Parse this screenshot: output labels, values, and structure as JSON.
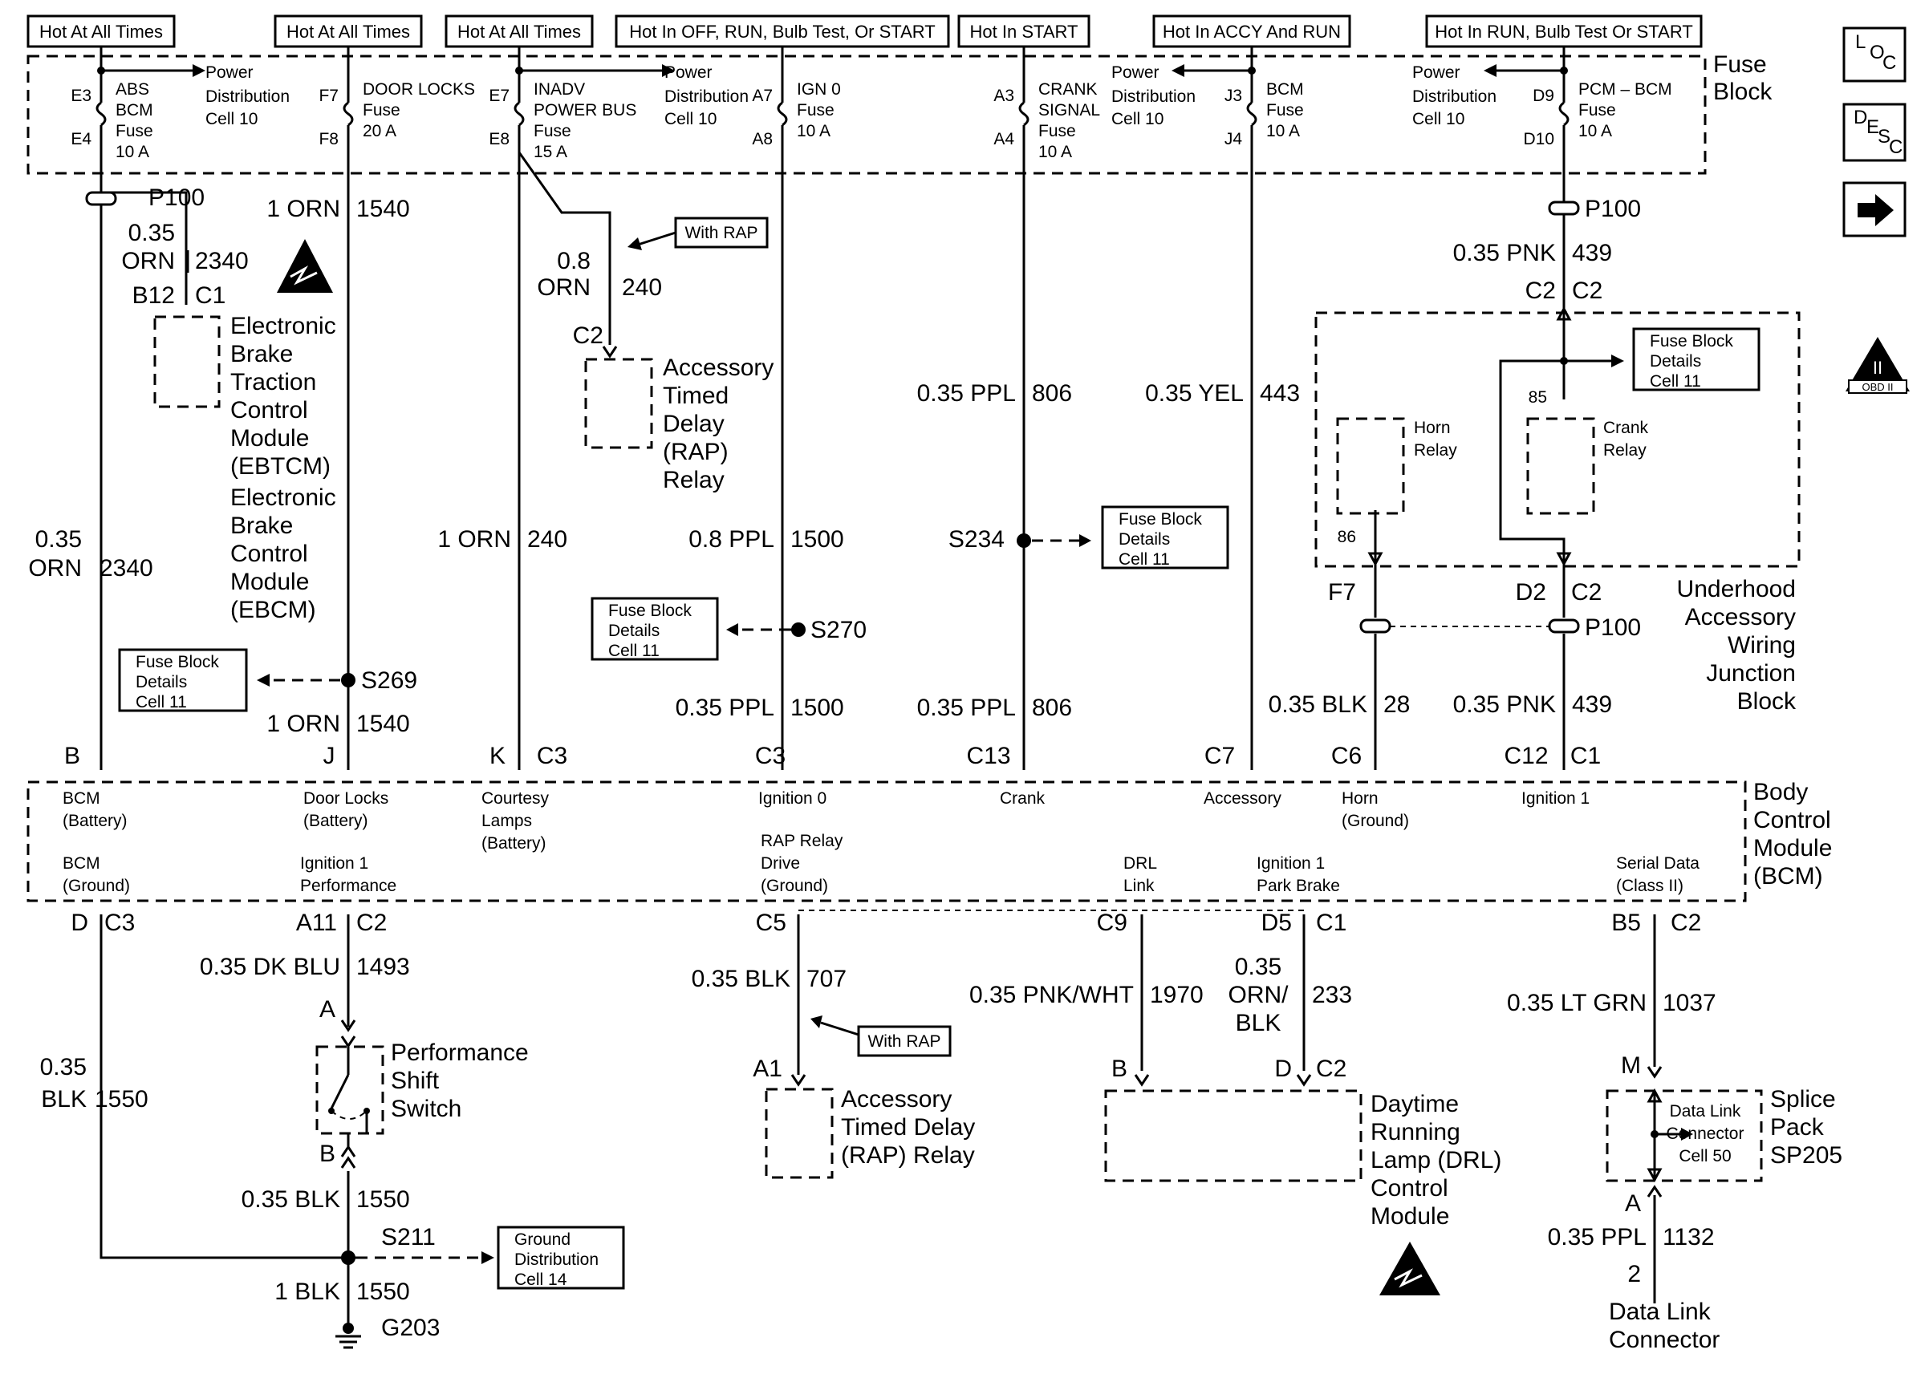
{
  "headers": [
    "Hot At All Times",
    "Hot At All Times",
    "Hot At All Times",
    "Hot In OFF, RUN, Bulb Test, Or START",
    "Hot In START",
    "Hot In ACCY And RUN",
    "Hot In RUN, Bulb Test Or START"
  ],
  "fuse_block": {
    "title_1": "Fuse",
    "title_2": "Block",
    "power_dist": [
      "Power",
      "Distribution",
      "Cell 10"
    ],
    "fuses": [
      {
        "top": "E3",
        "bot": "E4",
        "n1": "ABS",
        "n2": "BCM",
        "n3": "Fuse",
        "n4": "10 A"
      },
      {
        "top": "F7",
        "bot": "F8",
        "n1": "DOOR LOCKS",
        "n2": "Fuse",
        "n3": "20 A",
        "n4": ""
      },
      {
        "top": "E7",
        "bot": "E8",
        "n1": "INADV",
        "n2": "POWER BUS",
        "n3": "Fuse",
        "n4": "15 A"
      },
      {
        "top": "A7",
        "bot": "A8",
        "n1": "IGN 0",
        "n2": "Fuse",
        "n3": "10 A",
        "n4": ""
      },
      {
        "top": "A3",
        "bot": "A4",
        "n1": "CRANK",
        "n2": "SIGNAL",
        "n3": "Fuse",
        "n4": "10 A"
      },
      {
        "top": "J3",
        "bot": "J4",
        "n1": "BCM",
        "n2": "Fuse",
        "n3": "10 A",
        "n4": ""
      },
      {
        "top": "D9",
        "bot": "D10",
        "n1": "PCM – BCM",
        "n2": "Fuse",
        "n3": "10 A",
        "n4": ""
      }
    ]
  },
  "nav_icons": {
    "loc_1": "L",
    "loc_2": "O",
    "loc_3": "C",
    "desc_1": "D",
    "desc_2": "E",
    "desc_3": "S",
    "desc_4": "C",
    "obd": "OBD II",
    "obd_mark": "II"
  },
  "refs": {
    "fbd": [
      "Fuse Block",
      "Details",
      "Cell 11"
    ],
    "ground": [
      "Ground",
      "Distribution",
      "Cell 14"
    ],
    "dlc": [
      "Data Link",
      "Connector",
      "Cell 50"
    ],
    "rap": "With RAP"
  },
  "connectors": {
    "p100": "P100",
    "b12": "B12",
    "c1": "C1",
    "c2": "C2",
    "c3": "C3",
    "c5": "C5",
    "c6": "C6",
    "c7": "C7",
    "c9": "C9",
    "c12": "C12",
    "c13": "C13",
    "b": "B",
    "j": "J",
    "k": "K",
    "d": "D",
    "a11": "A11",
    "b5": "B5",
    "d5": "D5",
    "f7": "F7",
    "d2": "D2",
    "a1": "A1",
    "a": "A",
    "m": "M",
    "n2": "2",
    "n85": "85",
    "n86": "86"
  },
  "wires": {
    "w1_a": "0.35",
    "w1_b": "ORN",
    "w1_c": "2340",
    "w2": "0.35",
    "w2b": "ORN",
    "w2c": "2340",
    "w3": "1 ORN",
    "w3c": "1540",
    "w4": "1 ORN",
    "w4c": "1540",
    "w5": "0.8",
    "w5b": "ORN",
    "w5c": "240",
    "w6": "1 ORN",
    "w6c": "240",
    "w7": "0.8 PPL",
    "w7c": "1500",
    "w8": "0.35 PPL",
    "w8c": "1500",
    "w9": "0.35 PPL",
    "w9c": "806",
    "w10": "0.35 PPL",
    "w10c": "806",
    "w11": "0.35 YEL",
    "w11c": "443",
    "w12": "0.35 PNK",
    "w12c": "439",
    "w13": "0.35 BLK",
    "w13c": "28",
    "w14": "0.35 PNK",
    "w14c": "439",
    "w15": "0.35",
    "w15b": "BLK",
    "w15c": "1550",
    "w16": "0.35 DK BLU",
    "w16c": "1493",
    "w17": "0.35 BLK",
    "w17c": "1550",
    "w18": "1 BLK",
    "w18c": "1550",
    "w19": "0.35 BLK",
    "w19c": "707",
    "w20": "0.35 PNK/WHT",
    "w20c": "1970",
    "w21": "0.35",
    "w21b": "ORN/",
    "w21d": "BLK",
    "w21c": "233",
    "w22": "0.35 LT GRN",
    "w22c": "1037",
    "w23": "0.35 PPL",
    "w23c": "1132"
  },
  "splices": {
    "s269": "S269",
    "s270": "S270",
    "s234": "S234",
    "s211": "S211",
    "g203": "G203"
  },
  "components": {
    "ebtcm": [
      "Electronic",
      "Brake",
      "Traction",
      "Control",
      "Module",
      "(EBTCM)"
    ],
    "ebcm": [
      "Electronic",
      "Brake",
      "Control",
      "Module",
      "(EBCM)"
    ],
    "rap_top": [
      "Accessory",
      "Timed",
      "Delay",
      "(RAP)",
      "Relay"
    ],
    "rap_bot": [
      "Accessory",
      "Timed Delay",
      "(RAP) Relay"
    ],
    "horn": [
      "Horn",
      "Relay"
    ],
    "crank": [
      "Crank",
      "Relay"
    ],
    "uajb": [
      "Underhood",
      "Accessory",
      "Wiring",
      "Junction",
      "Block"
    ],
    "perf_switch": [
      "Performance",
      "Shift",
      "Switch"
    ],
    "drl": [
      "Daytime",
      "Running",
      "Lamp (DRL)",
      "Control",
      "Module"
    ],
    "splice_pack": [
      "Splice",
      "Pack",
      "SP205"
    ],
    "dlc": [
      "Data Link",
      "Connector"
    ]
  },
  "bcm": {
    "title": [
      "Body",
      "Control",
      "Module",
      "(BCM)"
    ],
    "top_row": [
      [
        "BCM",
        "(Battery)"
      ],
      [
        "Door Locks",
        "(Battery)"
      ],
      [
        "Courtesy",
        "Lamps",
        "(Battery)"
      ],
      [
        "Ignition 0",
        ""
      ],
      [
        "Crank",
        ""
      ],
      [
        "Accessory",
        ""
      ],
      [
        "Horn",
        "(Ground)"
      ],
      [
        "Ignition 1",
        ""
      ]
    ],
    "bot_row": [
      [
        "BCM",
        "(Ground)"
      ],
      [
        "Ignition 1",
        "Performance"
      ],
      [
        "RAP Relay",
        "Drive",
        "(Ground)"
      ],
      [
        "DRL",
        "Link"
      ],
      [
        "Ignition 1",
        "Park Brake"
      ],
      [
        "Serial Data",
        "(Class II)"
      ]
    ]
  }
}
